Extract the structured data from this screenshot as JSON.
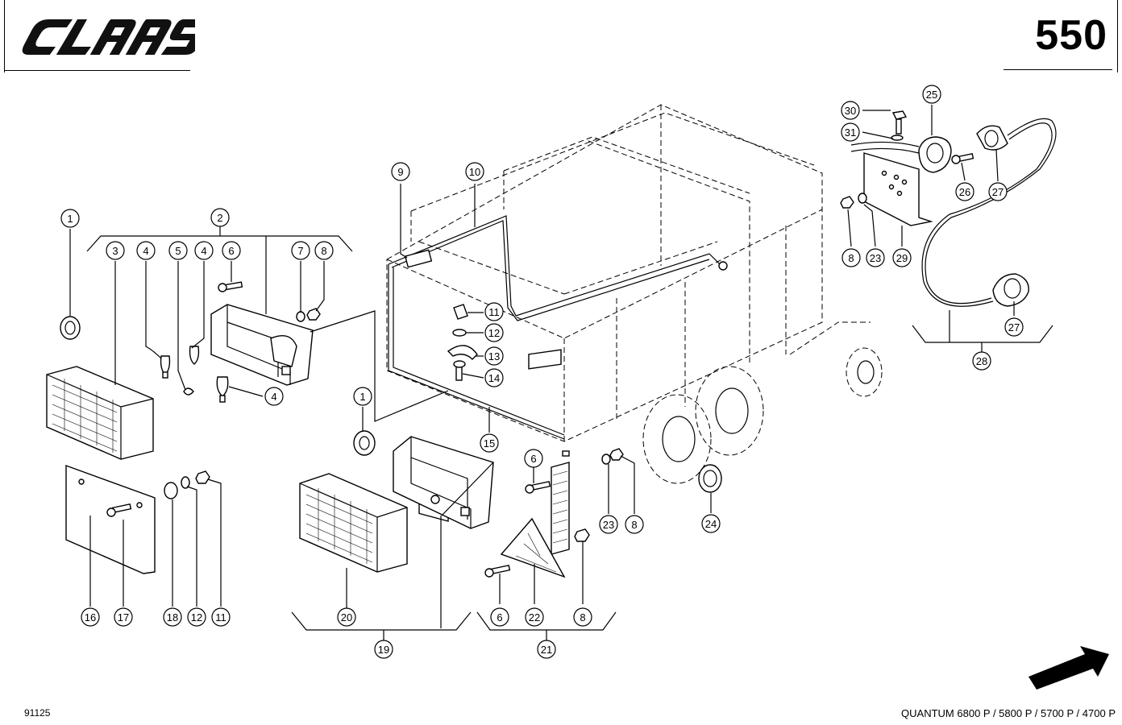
{
  "header": {
    "brand": "CLAAS",
    "page_number": "550"
  },
  "footer": {
    "doc_code": "91125",
    "models": "QUANTUM 6800 P / 5800 P / 5700 P / 4700 P"
  },
  "callouts": [
    {
      "label": "1"
    },
    {
      "label": "2"
    },
    {
      "label": "3"
    },
    {
      "label": "4"
    },
    {
      "label": "5"
    },
    {
      "label": "4"
    },
    {
      "label": "6"
    },
    {
      "label": "7"
    },
    {
      "label": "8"
    },
    {
      "label": "4"
    },
    {
      "label": "16"
    },
    {
      "label": "17"
    },
    {
      "label": "18"
    },
    {
      "label": "12"
    },
    {
      "label": "11"
    },
    {
      "label": "9"
    },
    {
      "label": "10"
    },
    {
      "label": "11"
    },
    {
      "label": "12"
    },
    {
      "label": "13"
    },
    {
      "label": "14"
    },
    {
      "label": "15"
    },
    {
      "label": "1"
    },
    {
      "label": "20"
    },
    {
      "label": "19"
    },
    {
      "label": "6"
    },
    {
      "label": "6"
    },
    {
      "label": "22"
    },
    {
      "label": "8"
    },
    {
      "label": "21"
    },
    {
      "label": "23"
    },
    {
      "label": "8"
    },
    {
      "label": "24"
    },
    {
      "label": "30"
    },
    {
      "label": "31"
    },
    {
      "label": "25"
    },
    {
      "label": "26"
    },
    {
      "label": "27"
    },
    {
      "label": "8"
    },
    {
      "label": "23"
    },
    {
      "label": "29"
    },
    {
      "label": "27"
    },
    {
      "label": "28"
    }
  ],
  "icons": {
    "arrow": "direction-arrow-icon",
    "brand_logo": "claas-logo-icon"
  }
}
